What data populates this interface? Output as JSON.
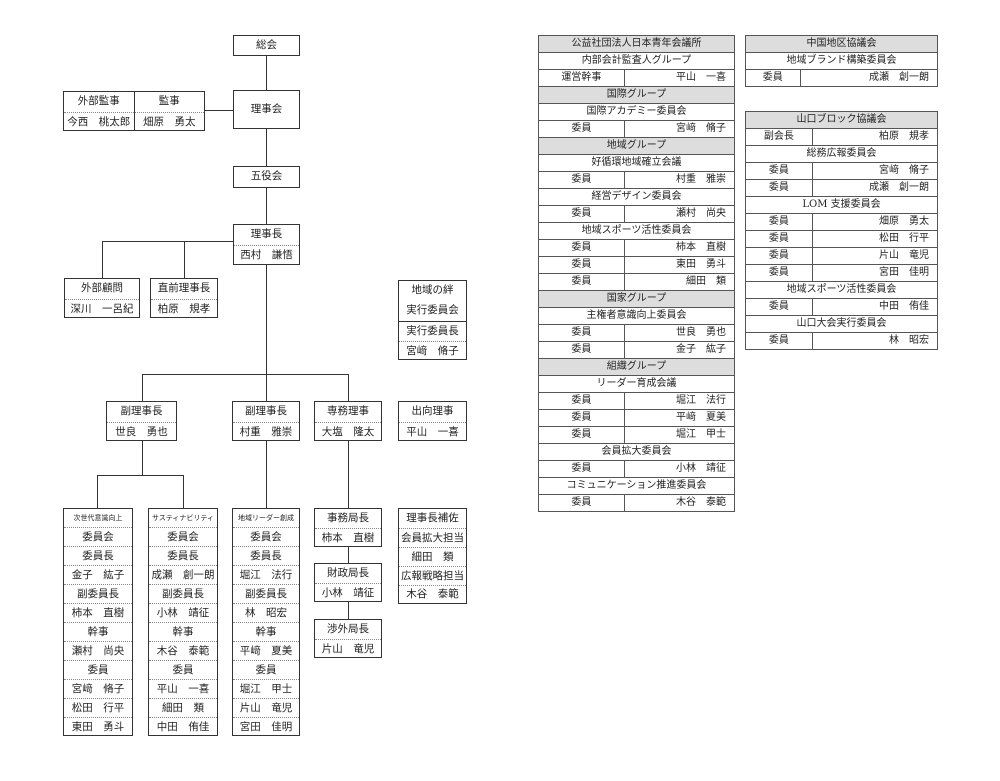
{
  "org": {
    "soukai": "総会",
    "rijikai": "理事会",
    "goyakukai": "五役会",
    "gaibu_kanji": {
      "title": "外部監事",
      "name": "今西　桃太郎"
    },
    "kanji": {
      "title": "監事",
      "name": "畑原　勇太"
    },
    "rijicho": {
      "title": "理事長",
      "name": "西村　謙悟"
    },
    "gaibu_komon": {
      "title": "外部顧問",
      "name": "深川　一呂紀"
    },
    "chokuzen": {
      "title": "直前理事長",
      "name": "柏原　規孝"
    },
    "kizuna": {
      "title1": "地域の絆",
      "title2": "実行委員会",
      "role": "実行委員長",
      "name": "宮﨑　脩子"
    },
    "fuku1": {
      "title": "副理事長",
      "name": "世良　勇也"
    },
    "fuku2": {
      "title": "副理事長",
      "name": "村重　雅崇"
    },
    "senmu": {
      "title": "専務理事",
      "name": "大塩　隆太"
    },
    "shukko": {
      "title": "出向理事",
      "name": "平山　一喜"
    },
    "col_jisedai": [
      "次世代意識向上",
      "委員会",
      "委員長",
      "金子　紘子",
      "副委員長",
      "柿本　直樹",
      "幹事",
      "瀬村　尚央",
      "委員",
      "宮﨑　脩子",
      "松田　行平",
      "東田　勇斗"
    ],
    "col_sustain": [
      "サスティナビリティ",
      "委員会",
      "委員長",
      "成瀬　創一朗",
      "副委員長",
      "小林　靖征",
      "幹事",
      "木谷　泰範",
      "委員",
      "平山　一喜",
      "細田　類",
      "中田　侑佳"
    ],
    "col_leader": [
      "地域リーダー創成",
      "委員会",
      "委員長",
      "堀江　法行",
      "副委員長",
      "林　昭宏",
      "幹事",
      "平﨑　夏美",
      "委員",
      "堀江　甲士",
      "片山　竜児",
      "宮田　佳明"
    ],
    "jimukyoku": {
      "title": "事務局長",
      "name": "柿本　直樹"
    },
    "zaisei": {
      "title": "財政局長",
      "name": "小林　靖征"
    },
    "shogai": {
      "title": "渉外局長",
      "name": "片山　竜児"
    },
    "hosa": [
      "理事長補佐",
      "会員拡大担当",
      "細田　類",
      "広報戦略担当",
      "木谷　泰範"
    ]
  },
  "jc_table": {
    "title": "公益社団法人日本青年会議所",
    "rows": [
      {
        "type": "sub",
        "text": "内部会計監査人グループ"
      },
      {
        "type": "member",
        "role": "運営幹事",
        "name": "平山　一喜"
      },
      {
        "type": "hd",
        "text": "国際グループ"
      },
      {
        "type": "sub",
        "text": "国際アカデミー委員会"
      },
      {
        "type": "member",
        "role": "委員",
        "name": "宮﨑　脩子"
      },
      {
        "type": "hd",
        "text": "地域グループ"
      },
      {
        "type": "sub",
        "text": "好循環地域確立会議"
      },
      {
        "type": "member",
        "role": "委員",
        "name": "村重　雅崇"
      },
      {
        "type": "sub",
        "text": "経営デザイン委員会"
      },
      {
        "type": "member",
        "role": "委員",
        "name": "瀬村　尚央"
      },
      {
        "type": "sub",
        "text": "地域スポーツ活性委員会"
      },
      {
        "type": "member",
        "role": "委員",
        "name": "柿本　直樹"
      },
      {
        "type": "member",
        "role": "委員",
        "name": "東田　勇斗"
      },
      {
        "type": "member",
        "role": "委員",
        "name": "細田　類"
      },
      {
        "type": "hd",
        "text": "国家グループ"
      },
      {
        "type": "sub",
        "text": "主権者意識向上委員会"
      },
      {
        "type": "member",
        "role": "委員",
        "name": "世良　勇也"
      },
      {
        "type": "member",
        "role": "委員",
        "name": "金子　紘子"
      },
      {
        "type": "hd",
        "text": "組織グループ"
      },
      {
        "type": "sub",
        "text": "リーダー育成会議"
      },
      {
        "type": "member",
        "role": "委員",
        "name": "堀江　法行"
      },
      {
        "type": "member",
        "role": "委員",
        "name": "平﨑　夏美"
      },
      {
        "type": "member",
        "role": "委員",
        "name": "堀江　甲士"
      },
      {
        "type": "sub",
        "text": "会員拡大委員会"
      },
      {
        "type": "member",
        "role": "委員",
        "name": "小林　靖征"
      },
      {
        "type": "sub",
        "text": "コミュニケーション推進委員会"
      },
      {
        "type": "member",
        "role": "委員",
        "name": "木谷　泰範"
      }
    ]
  },
  "chugoku_table": {
    "title": "中国地区協議会",
    "rows": [
      {
        "type": "sub",
        "text": "地域ブランド構築委員会"
      },
      {
        "type": "member",
        "role": "委員",
        "name": "成瀬　創一朗"
      }
    ]
  },
  "yamaguchi_table": {
    "title": "山口ブロック協議会",
    "rows": [
      {
        "type": "member",
        "role": "副会長",
        "name": "柏原　規孝"
      },
      {
        "type": "sub",
        "text": "総務広報委員会"
      },
      {
        "type": "member",
        "role": "委員",
        "name": "宮﨑　脩子"
      },
      {
        "type": "member",
        "role": "委員",
        "name": "成瀬　創一朗"
      },
      {
        "type": "sub",
        "text": "LOM 支援委員会"
      },
      {
        "type": "member",
        "role": "委員",
        "name": "畑原　勇太"
      },
      {
        "type": "member",
        "role": "委員",
        "name": "松田　行平"
      },
      {
        "type": "member",
        "role": "委員",
        "name": "片山　竜児"
      },
      {
        "type": "member",
        "role": "委員",
        "name": "宮田　佳明"
      },
      {
        "type": "sub",
        "text": "地域スポーツ活性委員会"
      },
      {
        "type": "member",
        "role": "委員",
        "name": "中田　侑佳"
      },
      {
        "type": "sub",
        "text": "山口大会実行委員会"
      },
      {
        "type": "member",
        "role": "委員",
        "name": "林　昭宏"
      }
    ]
  }
}
